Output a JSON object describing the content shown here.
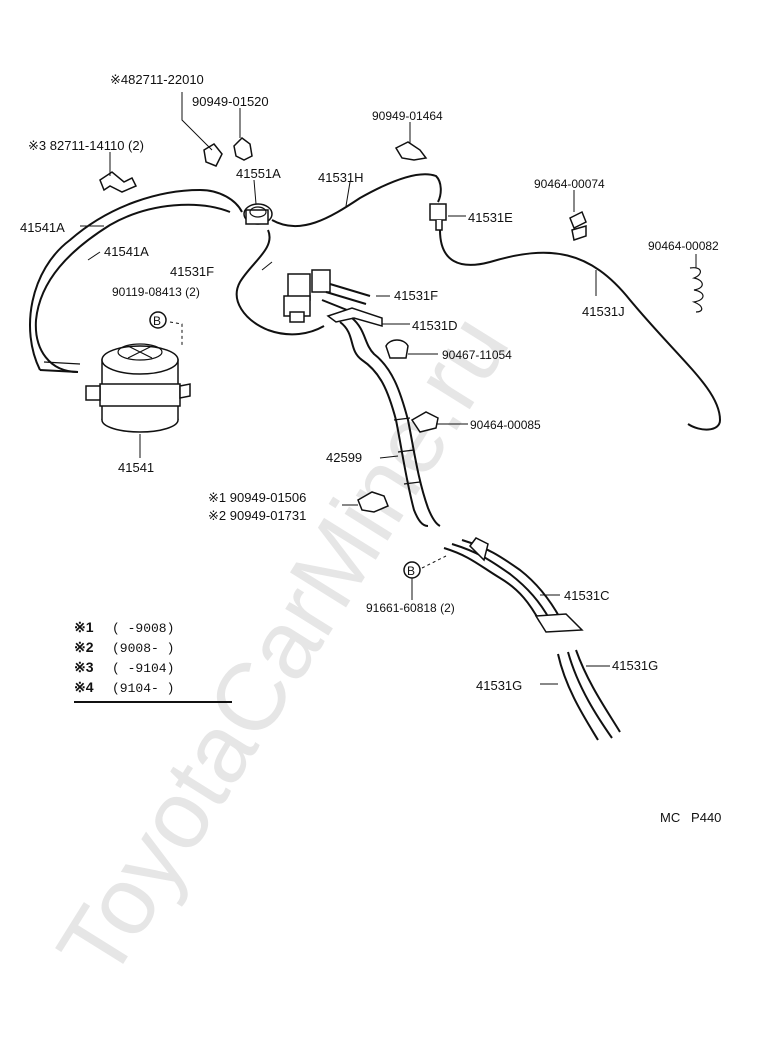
{
  "watermark": "ToyotaCarMine.ru",
  "labels": {
    "n82711_22010": "※482711-22010",
    "n90949_01520": "90949-01520",
    "n90949_01464": "90949-01464",
    "n82711_14110": "※3 82711-14110 (2)",
    "n41551A": "41551A",
    "n41531H": "41531H",
    "n90464_00074": "90464-00074",
    "n41541A_1": "41541A",
    "n41541A_2": "41541A",
    "n41531E": "41531E",
    "n90464_00082": "90464-00082",
    "n41531F_1": "41531F",
    "n90119_08413": "90119-08413 (2)",
    "n41531F_2": "41531F",
    "n41531J": "41531J",
    "n41531D": "41531D",
    "n90467_11054": "90467-11054",
    "n90464_00085": "90464-00085",
    "n41541": "41541",
    "n42599": "42599",
    "n90949_01506": "※1 90949-01506",
    "n90949_01731": "※2 90949-01731",
    "n91661_60818": "91661-60818 (2)",
    "n41531C": "41531C",
    "n41531G_1": "41531G",
    "n41531G_2": "41531G",
    "bolt_b1": "B",
    "bolt_b2": "B"
  },
  "legend": [
    {
      "mark": "※1",
      "range": "(      -9008)"
    },
    {
      "mark": "※2",
      "range": "(9008-      )"
    },
    {
      "mark": "※3",
      "range": "(      -9104)"
    },
    {
      "mark": "※4",
      "range": "(9104-      )"
    }
  ],
  "footer": "MC   P440"
}
